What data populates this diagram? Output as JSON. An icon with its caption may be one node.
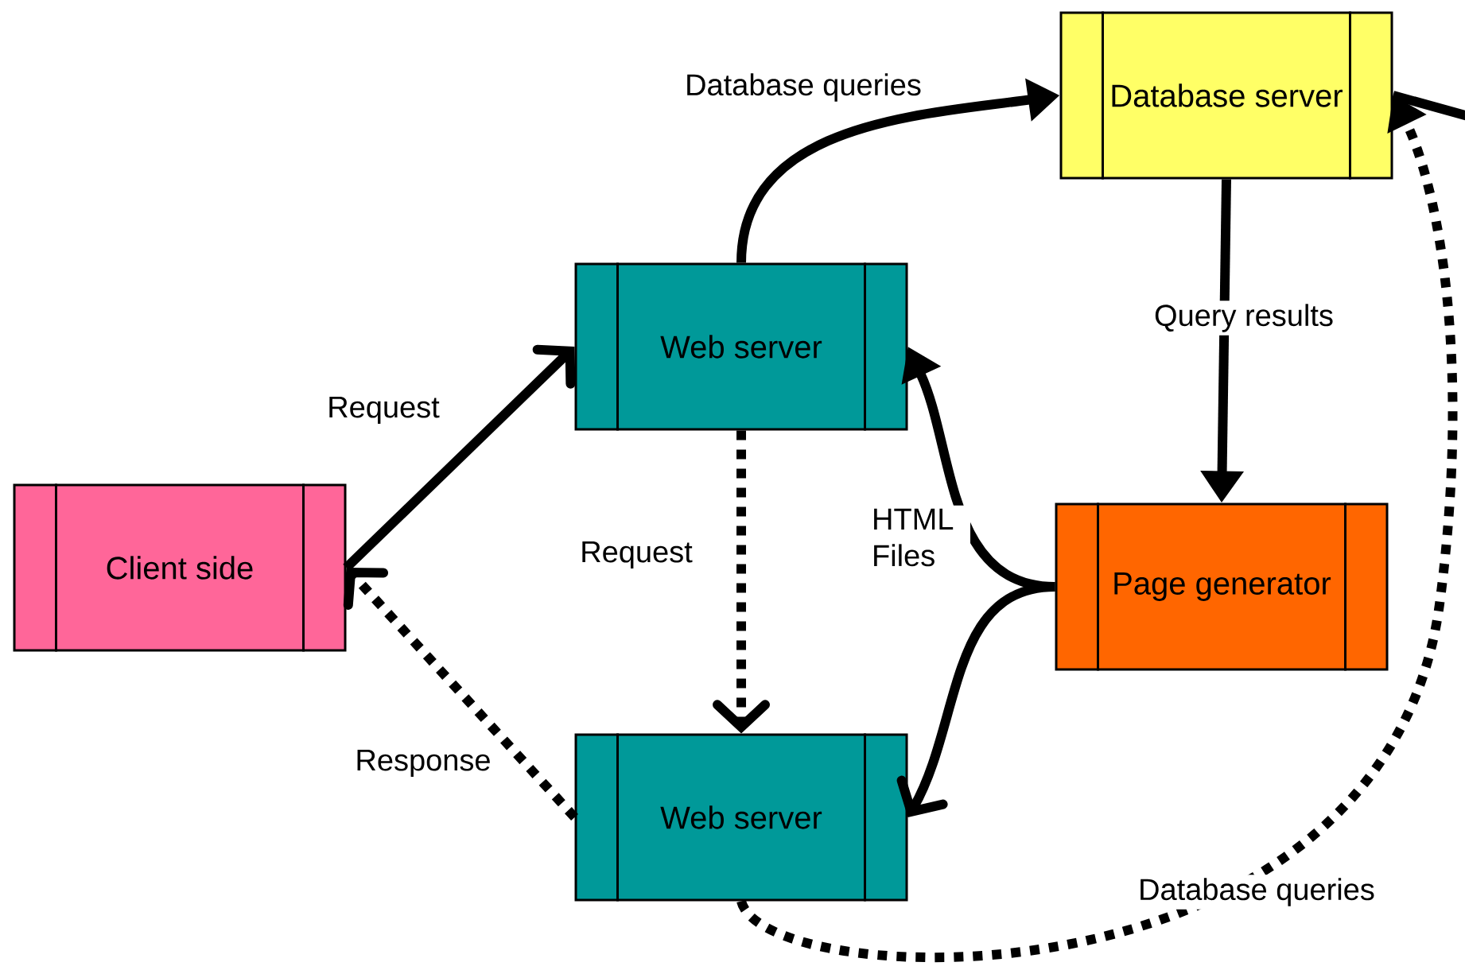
{
  "diagram": {
    "nodes": [
      {
        "text": [
          "Database server"
        ]
      },
      {
        "text": [
          "Web server"
        ]
      },
      {
        "text": [
          "Client side"
        ]
      },
      {
        "text": [
          "Page generator"
        ]
      },
      {
        "text": [
          "Web server"
        ]
      }
    ],
    "edges": [
      {
        "from": 1,
        "to": 0,
        "arrow": "to",
        "label": "Database queries"
      },
      {
        "from": 2,
        "to": 1,
        "arrow": "to",
        "label": "Request"
      },
      {
        "from": 1,
        "to": 4,
        "arrow": "to",
        "label": "Request",
        "style": "dashed"
      },
      {
        "from": 0,
        "to": 3,
        "arrow": "to",
        "label": "Query results"
      },
      {
        "from": 3,
        "to": 1,
        "arrow": "to",
        "label": "HTML Files"
      },
      {
        "from": 3,
        "to": 4,
        "arrow": "to"
      },
      {
        "from": 4,
        "to": 2,
        "arrow": "to",
        "label": "Response",
        "style": "dashed"
      },
      {
        "from": 4,
        "to": 0,
        "arrow": "to",
        "label": "Database  queries",
        "style": "dashed"
      },
      {
        "from": null,
        "to": 0,
        "arrow": "none"
      }
    ]
  }
}
